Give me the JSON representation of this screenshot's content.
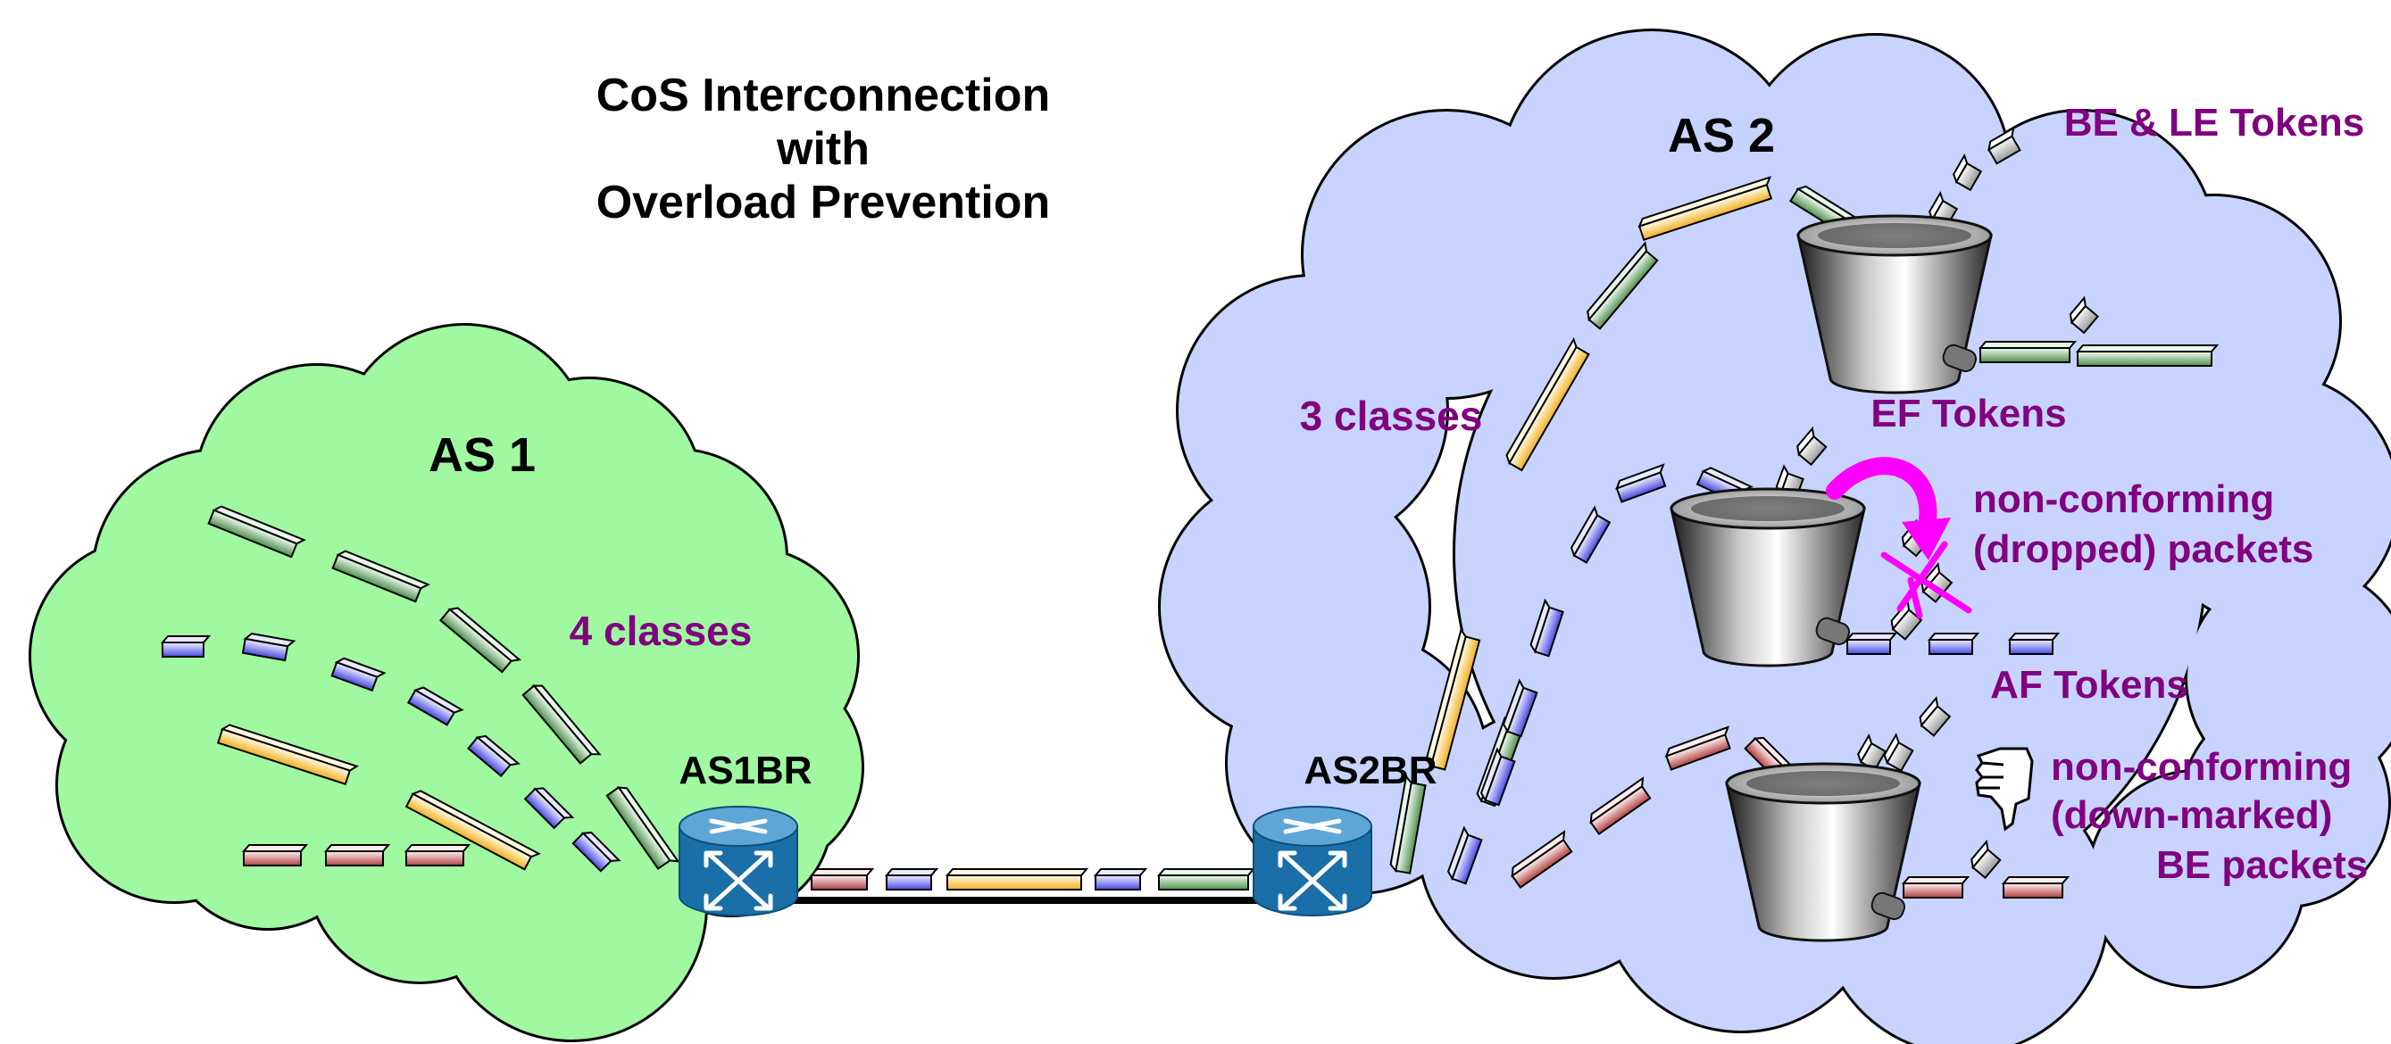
{
  "title": {
    "line1": "CoS Interconnection",
    "line2": "with",
    "line3": "Overload Prevention"
  },
  "as1": {
    "name": "AS 1",
    "classes_label": "4 classes",
    "router_label": "AS1BR",
    "cloud_color": "#a0f8a0"
  },
  "as2": {
    "name": "AS 2",
    "classes_label": "3 classes",
    "router_label": "AS2BR",
    "cloud_color": "#c8d4ff"
  },
  "buckets": {
    "top_label": "BE & LE Tokens",
    "middle_label": "EF Tokens",
    "bottom_label": "AF Tokens"
  },
  "annotations": {
    "dropped_line1": "non-conforming",
    "dropped_line2": "(dropped) packets",
    "downmarked_line1": "non-conforming",
    "downmarked_line2": "(down-marked)",
    "downmarked_line3": "BE packets"
  },
  "icons": {
    "router": "router-icon",
    "bucket": "token-bucket-icon",
    "drop_arrow": "curved-arrow-icon",
    "thumbs_down": "thumbs-down-icon",
    "cross": "cross-icon"
  },
  "colors": {
    "title_text": "#000000",
    "label_purple": "#800080",
    "packet_green": "#5a9a5a",
    "packet_blue": "#6060e8",
    "packet_yellow": "#f0c040",
    "packet_red": "#c05050",
    "router_blue": "#1a6fa8",
    "magenta": "#ff00ff"
  }
}
